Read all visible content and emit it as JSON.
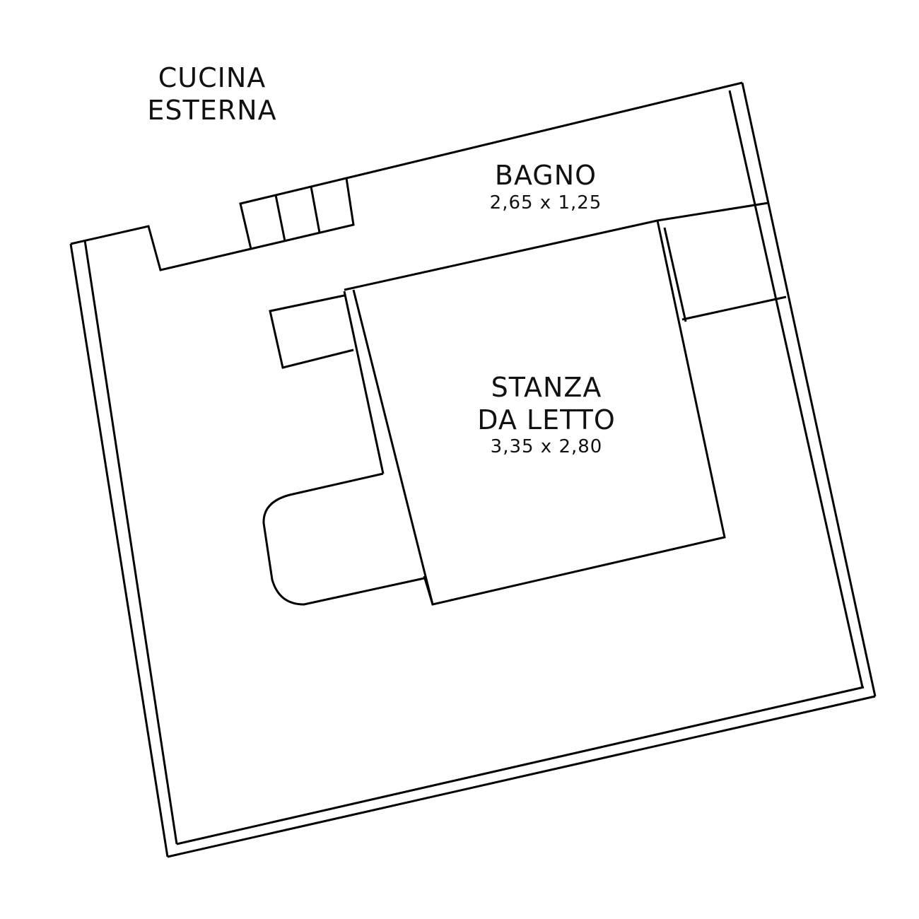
{
  "rooms": {
    "cucina": {
      "name_line1": "CUCINA",
      "name_line2": "ESTERNA"
    },
    "bagno": {
      "name": "BAGNO",
      "dimensions": "2,65 x 1,25"
    },
    "stanza": {
      "name_line1": "STANZA",
      "name_line2": "DA LETTO",
      "dimensions": "3,35 x 2,80"
    }
  },
  "colors": {
    "line": "#000000",
    "background": "#ffffff"
  }
}
